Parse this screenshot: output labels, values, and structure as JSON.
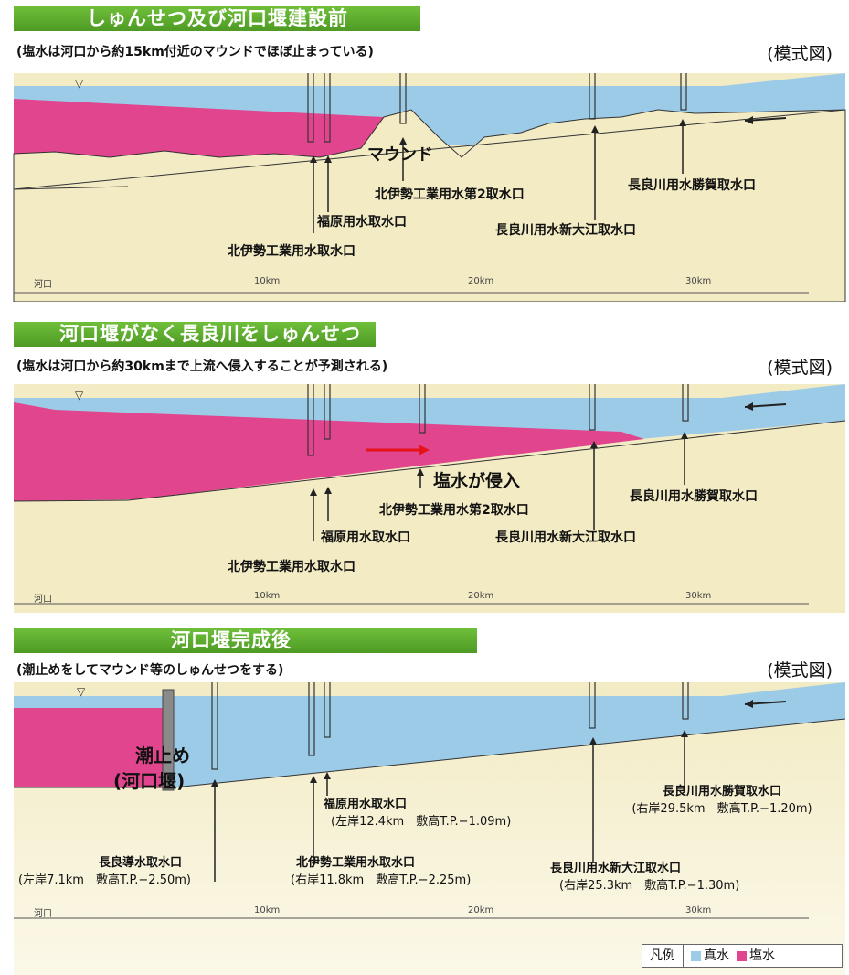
{
  "panel1": {
    "title": "しゅんせつ及び河口堰建設前",
    "subtitle": "(塩水は河口から約15km付近のマウンドでほぼ止まっている)",
    "mode": "(模式図)",
    "mound": "マウンド",
    "labels": {
      "kitaise2": "北伊勢工業用水第2取水口",
      "nagara_katsuga": "長良川用水勝賀取水口",
      "fukuhara": "福原用水取水口",
      "nagara_shinooe": "長良川用水新大江取水口",
      "kitaise": "北伊勢工業用水取水口"
    },
    "axis": [
      "河口",
      "10km",
      "20km",
      "30km"
    ]
  },
  "panel2": {
    "title": "河口堰がなく長良川をしゅんせつした場合",
    "subtitle": "(塩水は河口から約30kmまで上流へ侵入することが予測される)",
    "mode": "(模式図)",
    "intrusion": "塩水が侵入",
    "labels": {
      "kitaise2": "北伊勢工業用水第2取水口",
      "nagara_katsuga": "長良川用水勝賀取水口",
      "fukuhara": "福原用水取水口",
      "nagara_shinooe": "長良川用水新大江取水口",
      "kitaise": "北伊勢工業用水取水口"
    },
    "axis": [
      "河口",
      "10km",
      "20km",
      "30km"
    ]
  },
  "panel3": {
    "title": "河口堰完成後",
    "subtitle": "(潮止めをしてマウンド等のしゅんせつをする)",
    "mode": "(模式図)",
    "barrier_line1": "潮止め",
    "barrier_line2": "(河口堰)",
    "labels": {
      "katsuga": "長良川用水勝賀取水口",
      "katsuga_detail": "(右岸29.5km　敷高T.P.−1.20m)",
      "fukuhara": "福原用水取水口",
      "fukuhara_detail": "(左岸12.4km　敷高T.P.−1.09m)",
      "nagara_dou": "長良導水取水口",
      "nagara_dou_detail": "(左岸7.1km　敷高T.P.−2.50m)",
      "kitaise": "北伊勢工業用水取水口",
      "kitaise_detail": "(右岸11.8km　敷高T.P.−2.25m)",
      "shinooe": "長良川用水新大江取水口",
      "shinooe_detail": "(右岸25.3km　敷高T.P.−1.30m)"
    },
    "axis": [
      "河口",
      "10km",
      "20km",
      "30km"
    ]
  },
  "legend": {
    "title": "凡例",
    "fresh": "真水",
    "salt": "塩水"
  },
  "colors": {
    "fresh": "#9ccbe8",
    "salt": "#e0458e",
    "ground": "#f2ebc4",
    "banner": "#5aa82c"
  }
}
